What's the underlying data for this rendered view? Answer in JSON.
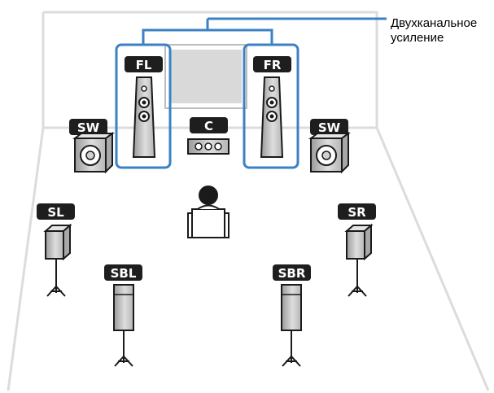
{
  "diagram": {
    "annotation": {
      "line1": "Двухканальное",
      "line2": "усиление"
    },
    "labels": {
      "front_left": "FL",
      "front_right": "FR",
      "center": "C",
      "subwoofer_left": "SW",
      "subwoofer_right": "SW",
      "surround_left": "SL",
      "surround_right": "SR",
      "surround_back_left": "SBL",
      "surround_back_right": "SBR"
    },
    "colors": {
      "room_outline": "#dcdcdc",
      "screen_fill": "#d9d9d9",
      "label_fill": "#1e1e1e",
      "highlight": "#3b82c4",
      "speaker_fill": "#c8c8c8",
      "speaker_stroke": "#1a1a1a"
    }
  }
}
